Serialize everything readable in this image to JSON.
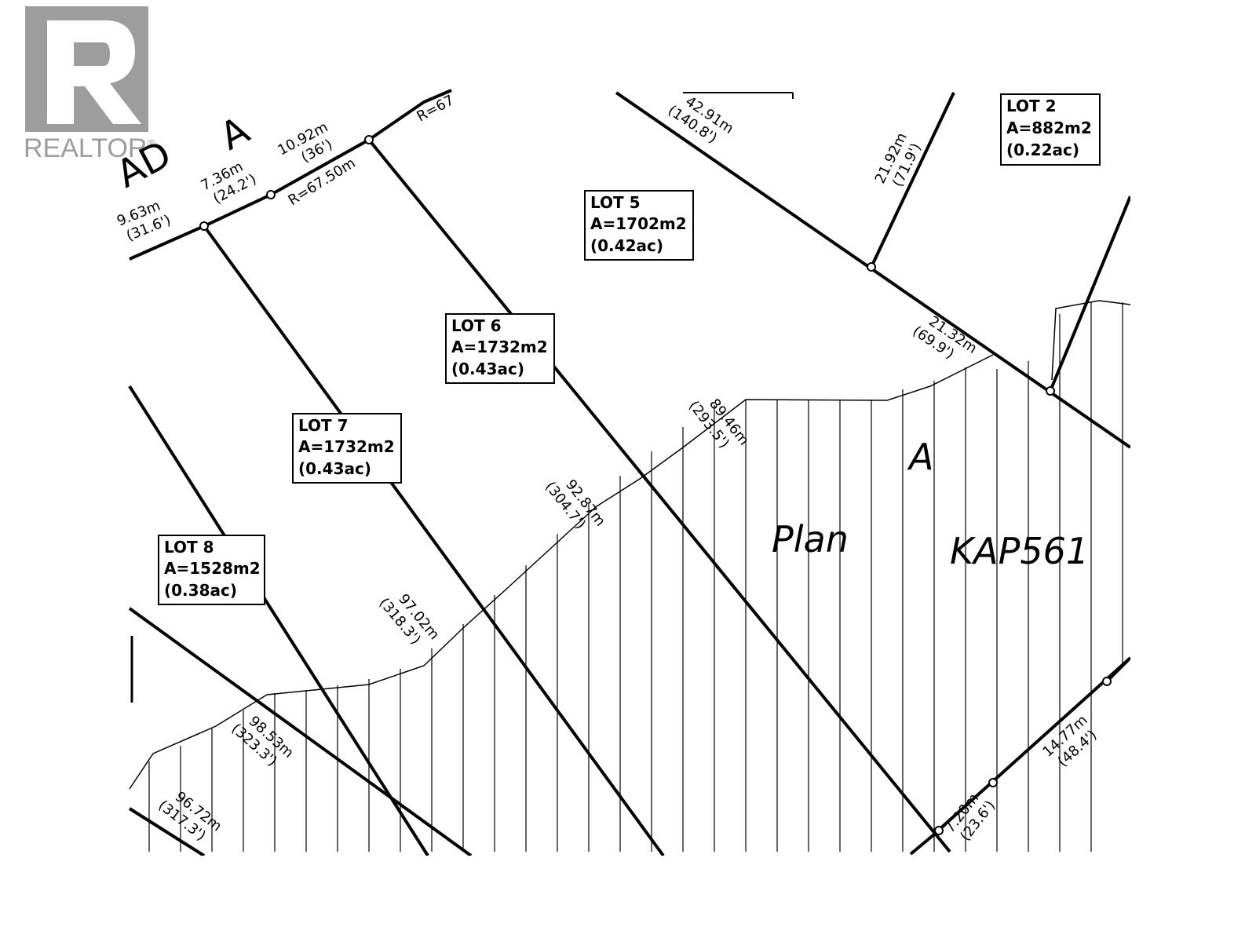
{
  "logo": {
    "text": "REALTOR",
    "reg": "®"
  },
  "road": {
    "fragment1": "AD",
    "fragment2": "A",
    "radius_top": "R=67"
  },
  "lots": [
    {
      "name": "LOT 2",
      "area": "A=882m2",
      "acres": "(0.22ac)"
    },
    {
      "name": "LOT 5",
      "area": "A=1702m2",
      "acres": "(0.42ac)"
    },
    {
      "name": "LOT 6",
      "area": "A=1732m2",
      "acres": "(0.43ac)"
    },
    {
      "name": "LOT 7",
      "area": "A=1732m2",
      "acres": "(0.43ac)"
    },
    {
      "name": "LOT 8",
      "area": "A=1528m2",
      "acres": "(0.38ac)"
    }
  ],
  "dimensions": [
    {
      "m": "42.91m",
      "ft": "(140.8')"
    },
    {
      "m": "21.92m",
      "ft": "(71.9')"
    },
    {
      "m": "10.92m",
      "ft": "(36')"
    },
    {
      "m": "7.36m",
      "ft": "(24.2')"
    },
    {
      "m": "9.63m",
      "ft": "(31.6')"
    },
    {
      "m": "21.32m",
      "ft": "(69.9')"
    },
    {
      "m": "89.46m",
      "ft": "(293.5')"
    },
    {
      "m": "92.87m",
      "ft": "(304.7')"
    },
    {
      "m": "97.02m",
      "ft": "(318.3')"
    },
    {
      "m": "98.53m",
      "ft": "(323.3')"
    },
    {
      "m": "96.72m",
      "ft": "(317.3')"
    },
    {
      "m": "14.77m",
      "ft": "(48.4')"
    },
    {
      "m": "7.20m",
      "ft": "(23.6')"
    }
  ],
  "radius_label": "R=67.50m",
  "remainder": {
    "letter": "A",
    "plan": "Plan",
    "plan_number": "KAP561"
  }
}
